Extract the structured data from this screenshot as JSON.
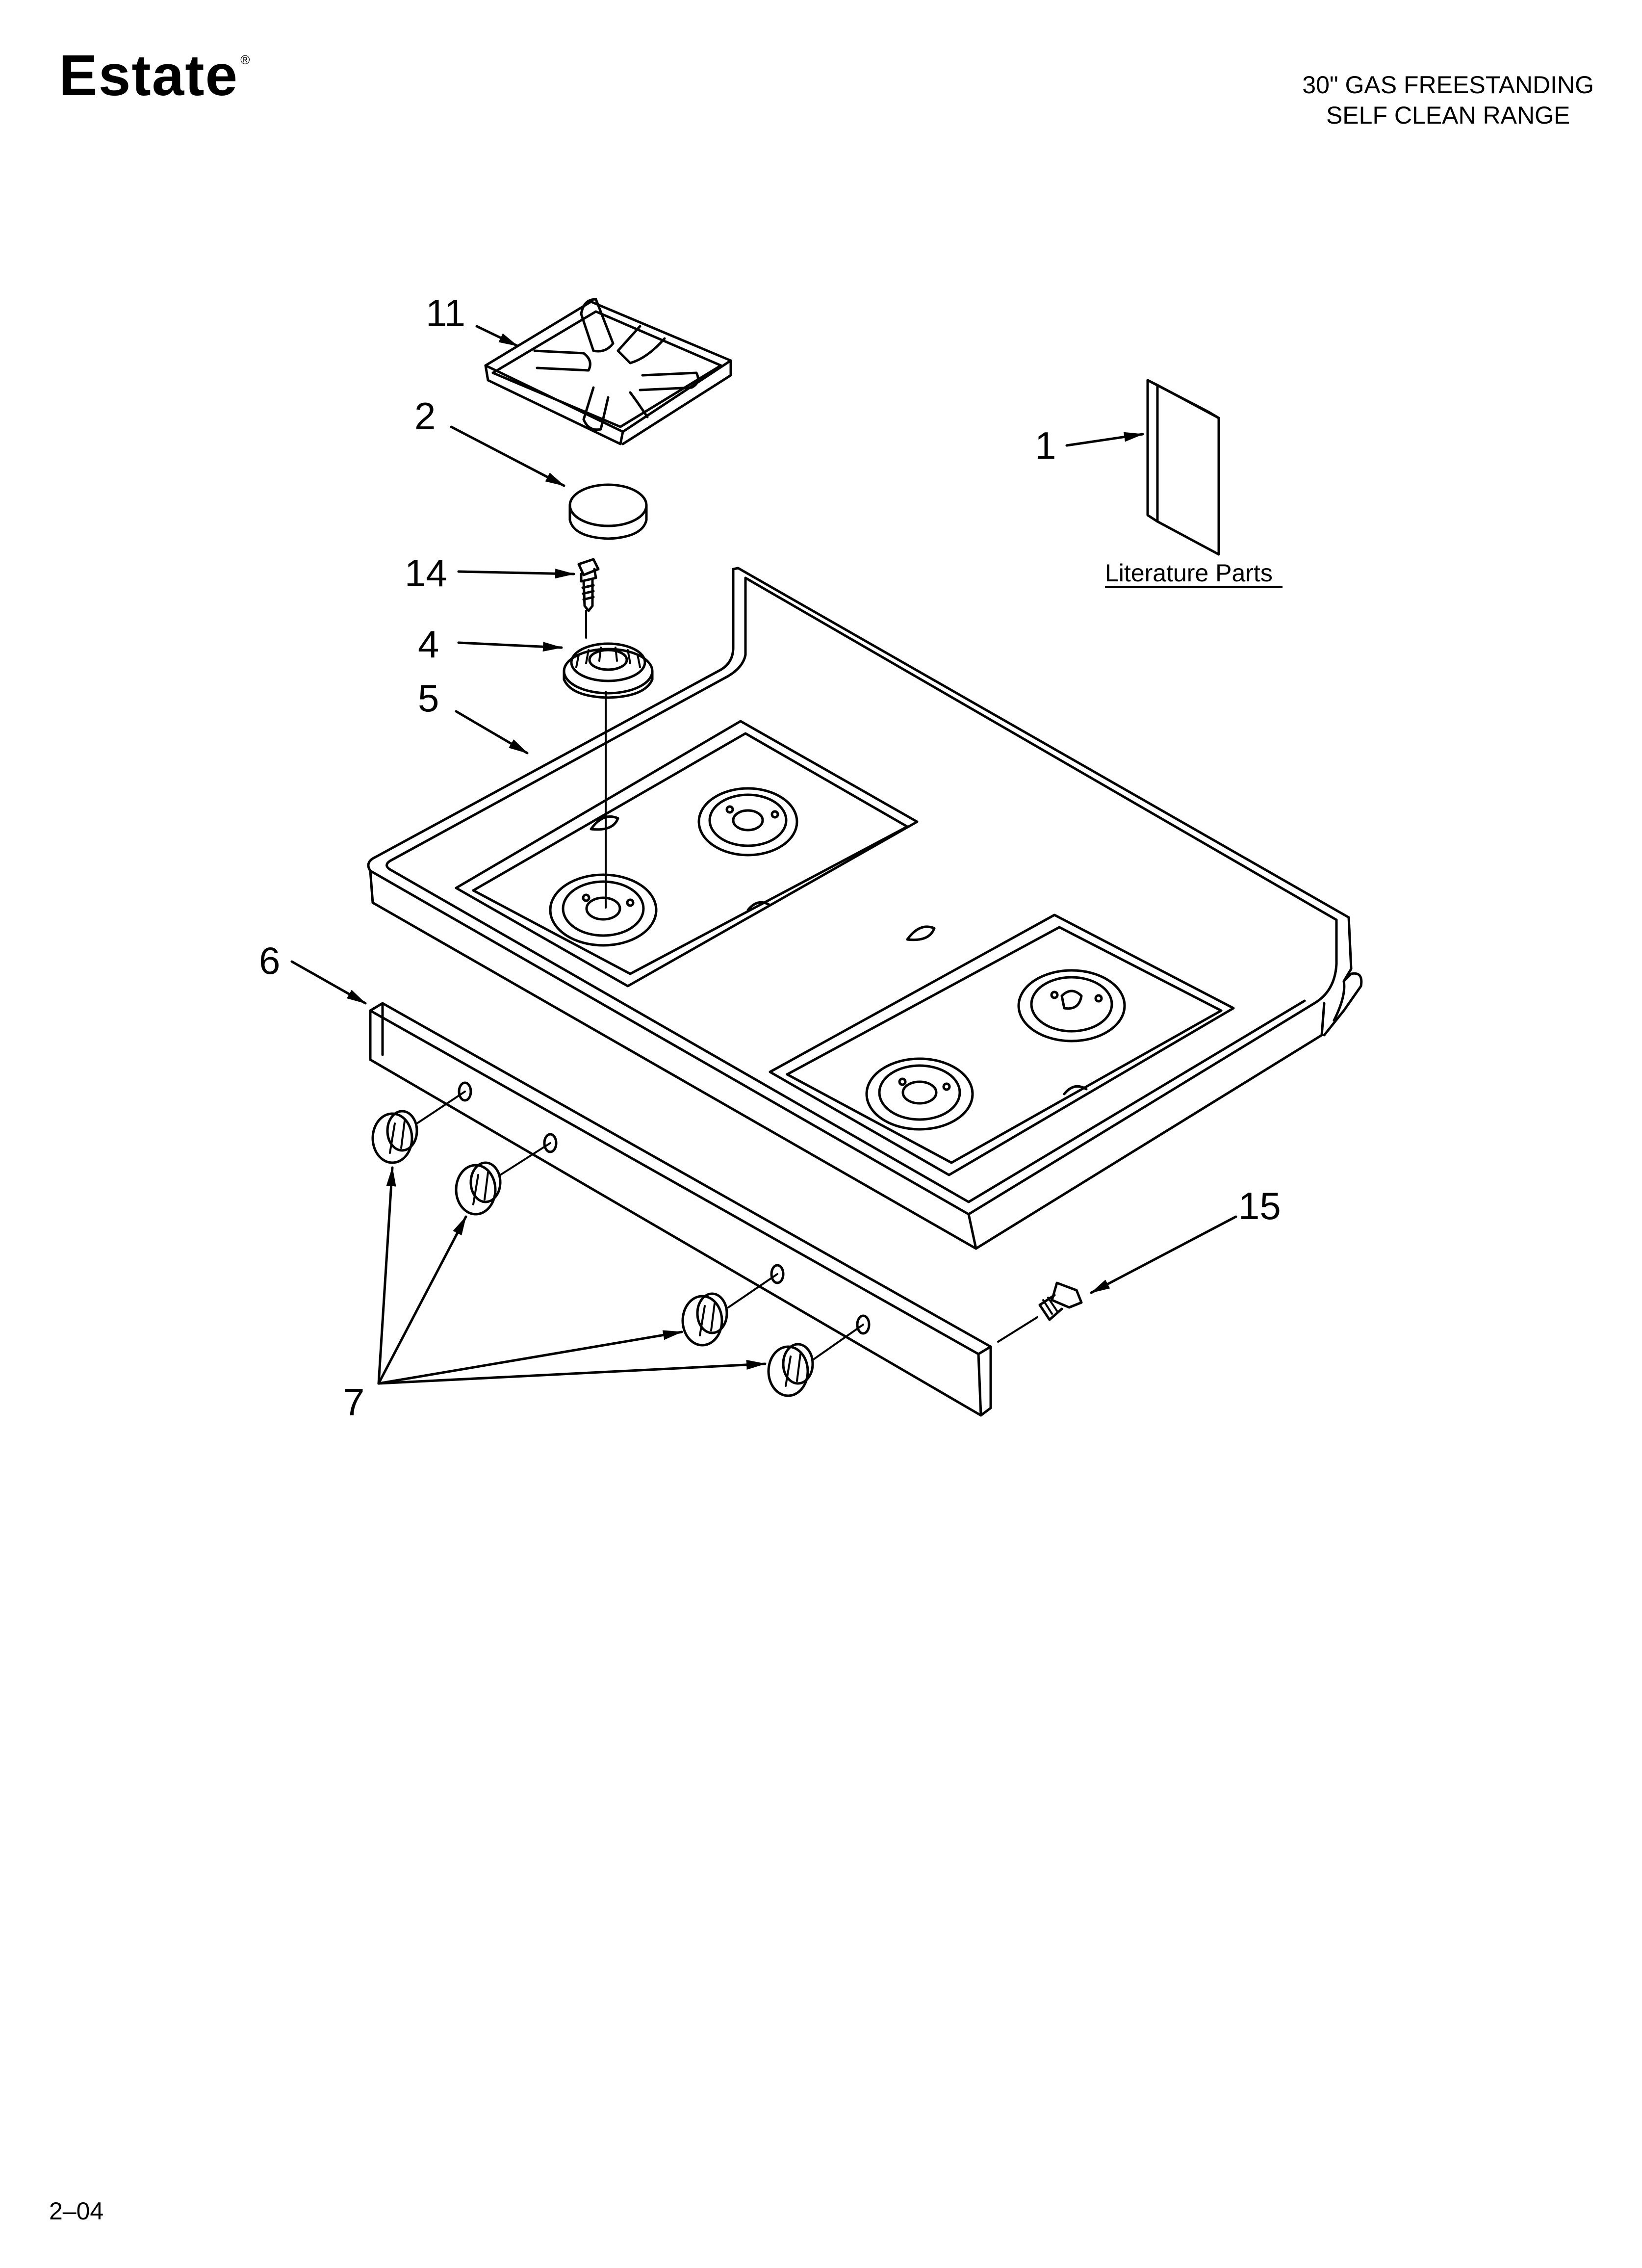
{
  "brand": {
    "logo": "Estate",
    "registered": "®"
  },
  "title": {
    "line1": "30\" GAS FREESTANDING",
    "line2": "SELF CLEAN RANGE"
  },
  "footer": {
    "code": "2–04"
  },
  "callouts": {
    "c11": "11",
    "c2": "2",
    "c1": "1",
    "c14": "14",
    "c4": "4",
    "c5": "5",
    "c6": "6",
    "c15": "15",
    "c7": "7"
  },
  "literature_label": "Literature Parts"
}
